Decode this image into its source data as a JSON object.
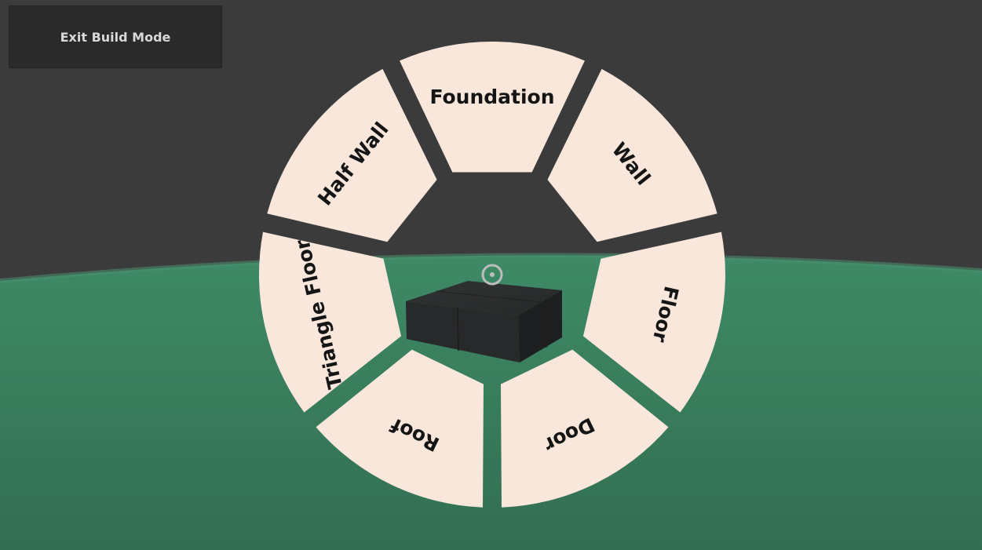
{
  "hud": {
    "exit_label": "Exit Build Mode"
  },
  "build_wheel": {
    "segments": [
      {
        "id": "foundation",
        "label": "Foundation"
      },
      {
        "id": "wall",
        "label": "Wall"
      },
      {
        "id": "floor",
        "label": "Floor"
      },
      {
        "id": "door",
        "label": "Door"
      },
      {
        "id": "roof",
        "label": "Roof"
      },
      {
        "id": "triangle-floor",
        "label": "Triangle Floor"
      },
      {
        "id": "half-wall",
        "label": "Half Wall"
      }
    ]
  },
  "colors": {
    "sky": "#3b3b3b",
    "ground": "#3a7a5c",
    "segment_fill": "#f9e7dc",
    "label": "#151515",
    "foundation_block": "#2a2b2c",
    "button_bg": "#2a2a2a",
    "button_text": "#d8d8d8"
  }
}
